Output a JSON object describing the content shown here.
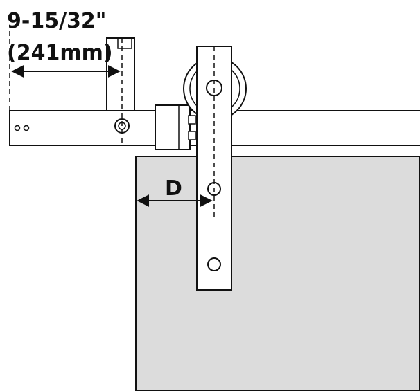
{
  "dimension": {
    "imperial": "9-15/32\"",
    "metric": "(241mm)",
    "door_offset_label": "D"
  },
  "colors": {
    "door_fill": "#dcdcdc",
    "line": "#111111",
    "background": "#ffffff"
  }
}
